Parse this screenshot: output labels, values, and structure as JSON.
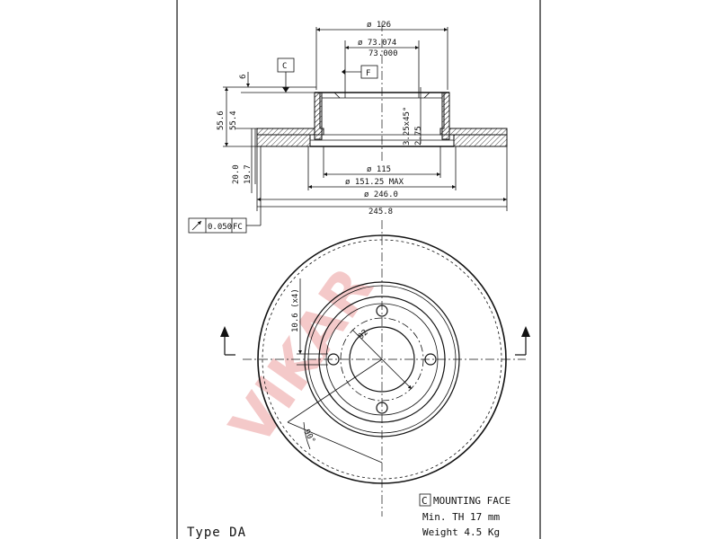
{
  "title_block": {
    "type_label": "Type DA",
    "mounting_face_letter": "C",
    "mounting_face_text": "MOUNTING FACE",
    "min_thickness": "Min. TH 17 mm",
    "weight": "Weight 4.5 Kg"
  },
  "watermark": "VIKAR",
  "section_view": {
    "dia_126": "ø 126",
    "dia_73_074": "ø 73.074",
    "dia_73_000": "73.000",
    "datum_c": "C",
    "datum_f": "F",
    "dim_6": "6",
    "dim_55_6": "55.6",
    "dim_55_4": "55.4",
    "dim_chamfer": "3.25x45°",
    "dim_2_75": "2.75",
    "dim_20_0": "20.0",
    "dim_19_7": "19.7",
    "dia_115": "ø 115",
    "dia_151_25": "ø 151.25 MAX",
    "dia_246_0": "ø 246.0",
    "dim_245_8": "245.8",
    "runout_value": "0.050",
    "runout_ref": "FC"
  },
  "front_view": {
    "hole_dim": "10.6 (x4)",
    "pcd": "92",
    "angle": "90°"
  }
}
